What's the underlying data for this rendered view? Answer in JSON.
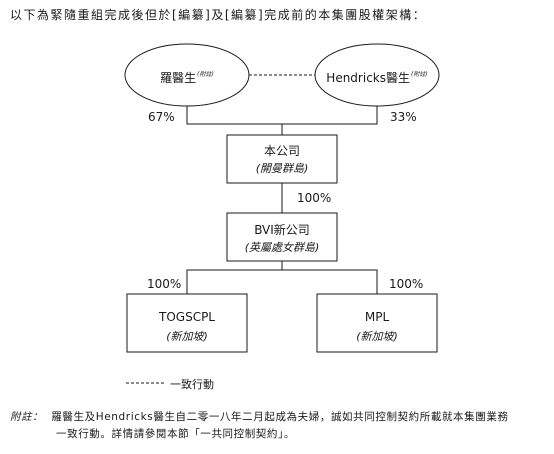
{
  "intro": "以下為緊隨重組完成後但於[編纂]及[編纂]完成前的本集團股權架構：",
  "shareholders": [
    {
      "name": "羅醫生",
      "note": "(附註)",
      "percent": "67%"
    },
    {
      "name": "Hendricks醫生",
      "note": "(附註)",
      "percent": "33%"
    }
  ],
  "company": {
    "name": "本公司",
    "place": "(開曼群島)"
  },
  "bvi_percent": "100%",
  "bvi": {
    "name": "BVI新公司",
    "place": "(英屬處女群島)"
  },
  "subsidiaries": [
    {
      "name": "TOGSCPL",
      "place": "(新加坡)",
      "percent": "100%"
    },
    {
      "name": "MPL",
      "place": "(新加坡)",
      "percent": "100%"
    }
  ],
  "legend": {
    "label": "一致行動"
  },
  "footnote": {
    "label": "附註：",
    "line1": "羅醫生及Hendricks醫生自二零一八年二月起成為夫婦，誠如共同控制契約所載就本集團業務",
    "line2": "一致行動。詳情請參閱本節「一共同控制契約」。"
  }
}
